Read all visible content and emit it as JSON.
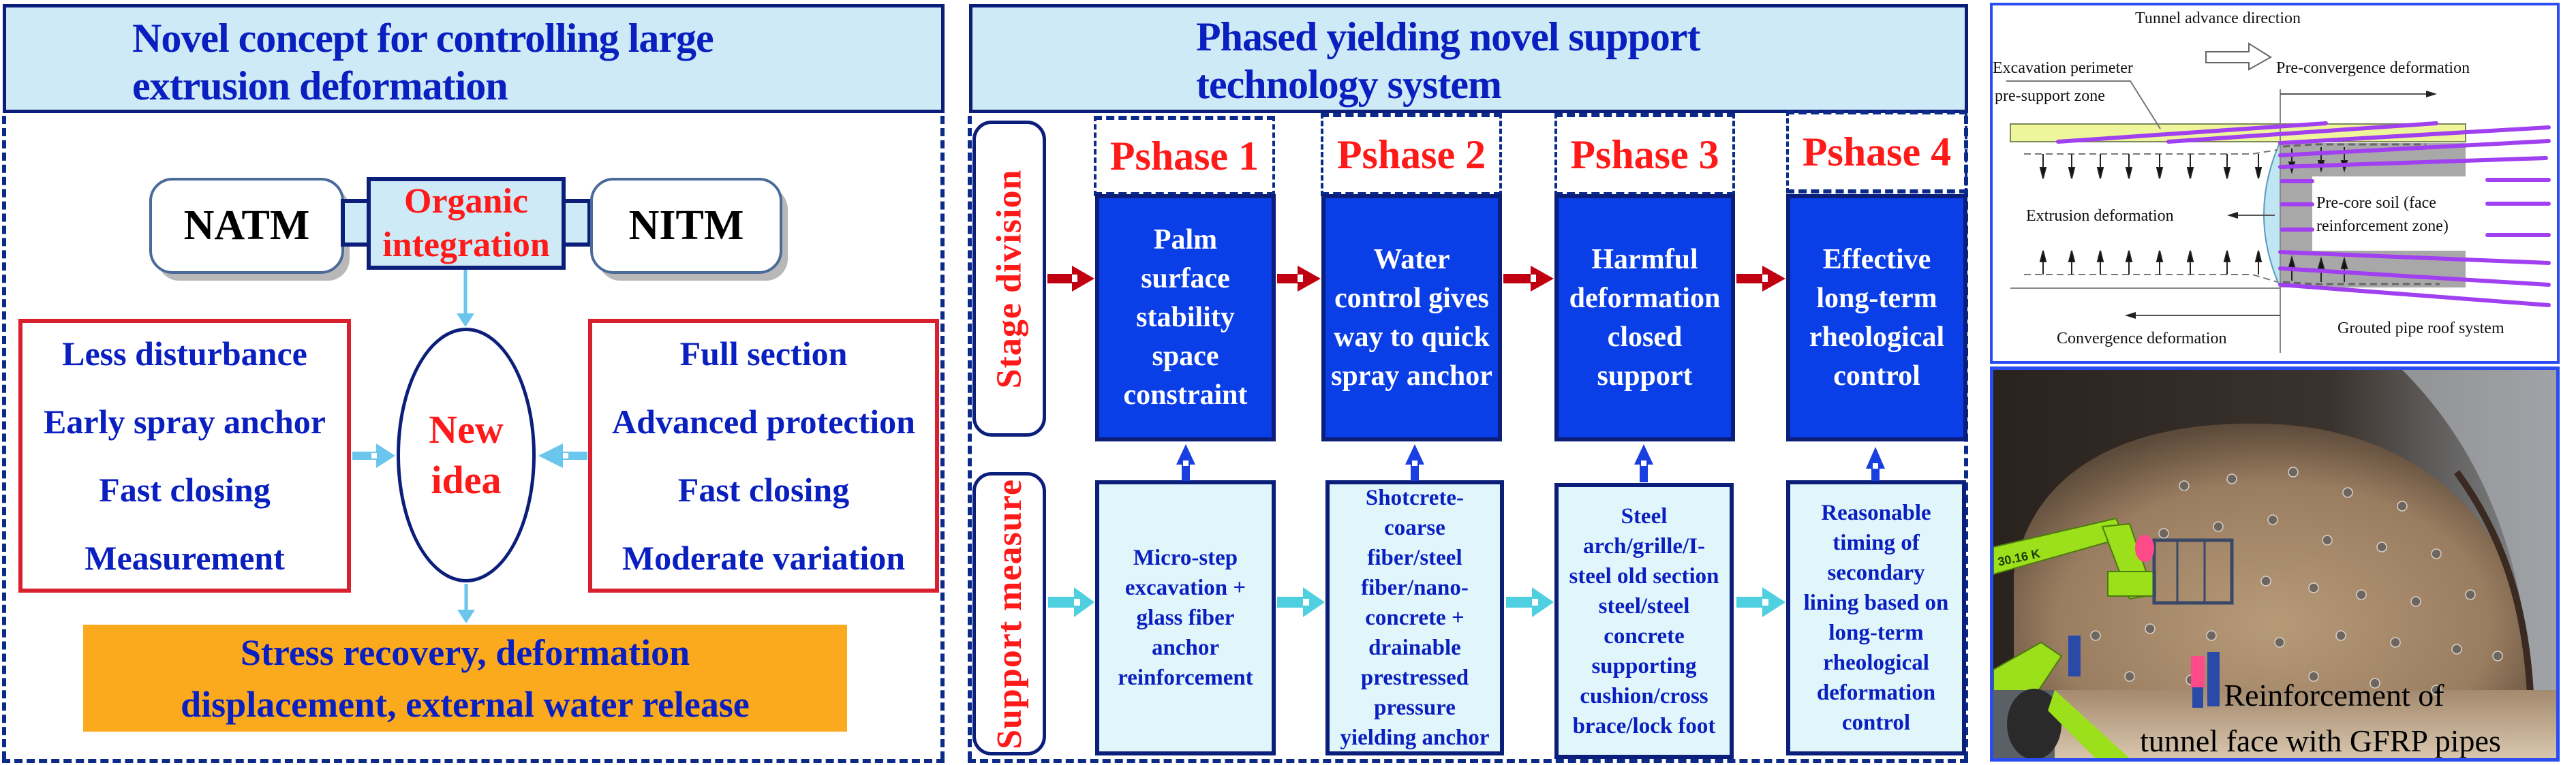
{
  "left_panel": {
    "title_lines": [
      "Novel concept for controlling large",
      "extrusion deformation"
    ],
    "methods": {
      "left": "NATM",
      "center_lines": [
        "Organic",
        "integration"
      ],
      "right": "NITM"
    },
    "natm_features": [
      "Less disturbance",
      "Early spray anchor",
      "Fast closing",
      "Measurement"
    ],
    "nitm_features": [
      "Full section",
      "Advanced protection",
      "Fast closing",
      "Moderate variation"
    ],
    "core_lines": [
      "New",
      "idea"
    ],
    "outcome_lines": [
      "Stress recovery, deformation",
      "displacement, external water release"
    ]
  },
  "middle_panel": {
    "title_lines": [
      "Phased yielding novel support",
      "technology system"
    ],
    "row_labels": {
      "stage": "Stage division",
      "support": "Support measure"
    },
    "phases": [
      {
        "label": "Pshase 1",
        "stage_lines": [
          "Palm",
          "surface",
          "stability",
          "space",
          "constraint"
        ],
        "support_lines": [
          "Micro-step",
          "excavation +",
          "glass fiber",
          "anchor",
          "reinforcement"
        ]
      },
      {
        "label": "Pshase 2",
        "stage_lines": [
          "Water",
          "control gives",
          "way to quick",
          "spray anchor"
        ],
        "support_lines": [
          "Shotcrete-",
          "coarse",
          "fiber/steel",
          "fiber/nano-",
          "concrete +",
          "drainable",
          "prestressed",
          "pressure",
          "yielding anchor"
        ]
      },
      {
        "label": "Pshase 3",
        "stage_lines": [
          "Harmful",
          "deformation",
          "closed",
          "support"
        ],
        "support_lines": [
          "Steel",
          "arch/grille/I-",
          "steel old section",
          "steel/steel",
          "concrete",
          "supporting",
          "cushion/cross",
          "brace/lock foot"
        ]
      },
      {
        "label": "Pshase 4",
        "stage_lines": [
          "Effective",
          "long-term",
          "rheological",
          "control"
        ],
        "support_lines": [
          "Reasonable",
          "timing of",
          "secondary",
          "lining based on",
          "long-term",
          "rheological",
          "deformation",
          "control"
        ]
      }
    ]
  },
  "right_panel": {
    "diagram": {
      "advance_direction": "Tunnel advance direction",
      "excavation_perimeter": "Excavation perimeter",
      "pre_support_zone": "pre-support zone",
      "pre_convergence": "Pre-convergence deformation",
      "extrusion": "Extrusion deformation",
      "pre_core_lines": [
        "Pre-core soil (face",
        "reinforcement zone)"
      ],
      "convergence": "Convergence deformation",
      "pipe_roof": "Grouted pipe roof system"
    },
    "photo": {
      "caption_lines": [
        "Reinforcement of",
        "tunnel face with GFRP pipes"
      ],
      "crane_marking": "30.16 K"
    }
  },
  "colors": {
    "title_blue": "#0a1fbf",
    "header_fill": "#cdeaf6",
    "border_navy": "#0b1e7a",
    "accent_red": "#ff1a1a",
    "box_red": "#d8202e",
    "stage_blue": "#0a3ee6",
    "support_fill": "#e0f6fb",
    "outcome_orange": "#fbaa1e",
    "arrow_cyan": "#4fd0e0",
    "arrow_darkred": "#c00010",
    "pipe_purple": "#a040f0",
    "pre_support_yellow": "#eef59a"
  }
}
